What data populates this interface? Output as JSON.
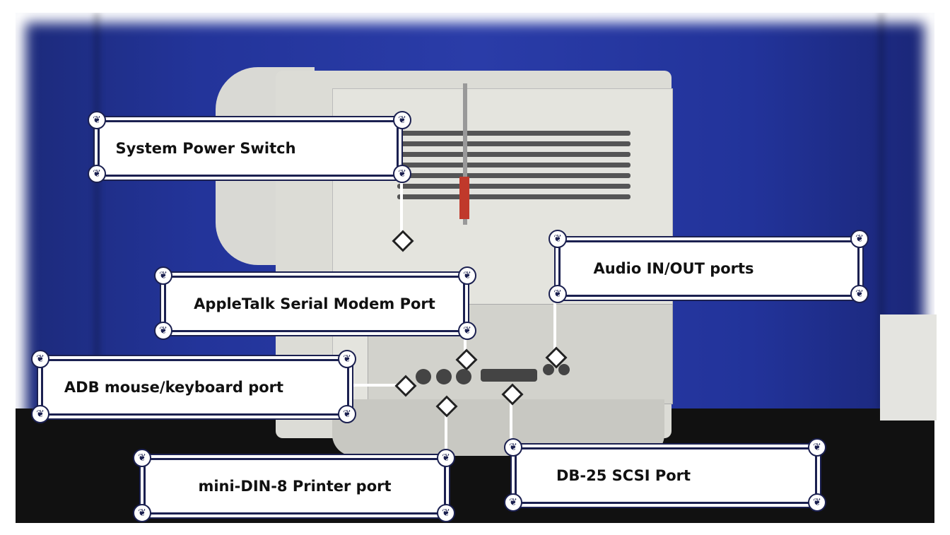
{
  "labels": {
    "power": "System Power Switch",
    "audio": "Audio IN/OUT ports",
    "appletalk": "AppleTalk Serial Modem Port",
    "adb": "ADB mouse/keyboard port",
    "printer": "mini-DIN-8 Printer port",
    "scsi": "DB-25 SCSI Port"
  },
  "colors": {
    "background": "#2a3ca8",
    "label_border": "#1b2050"
  }
}
